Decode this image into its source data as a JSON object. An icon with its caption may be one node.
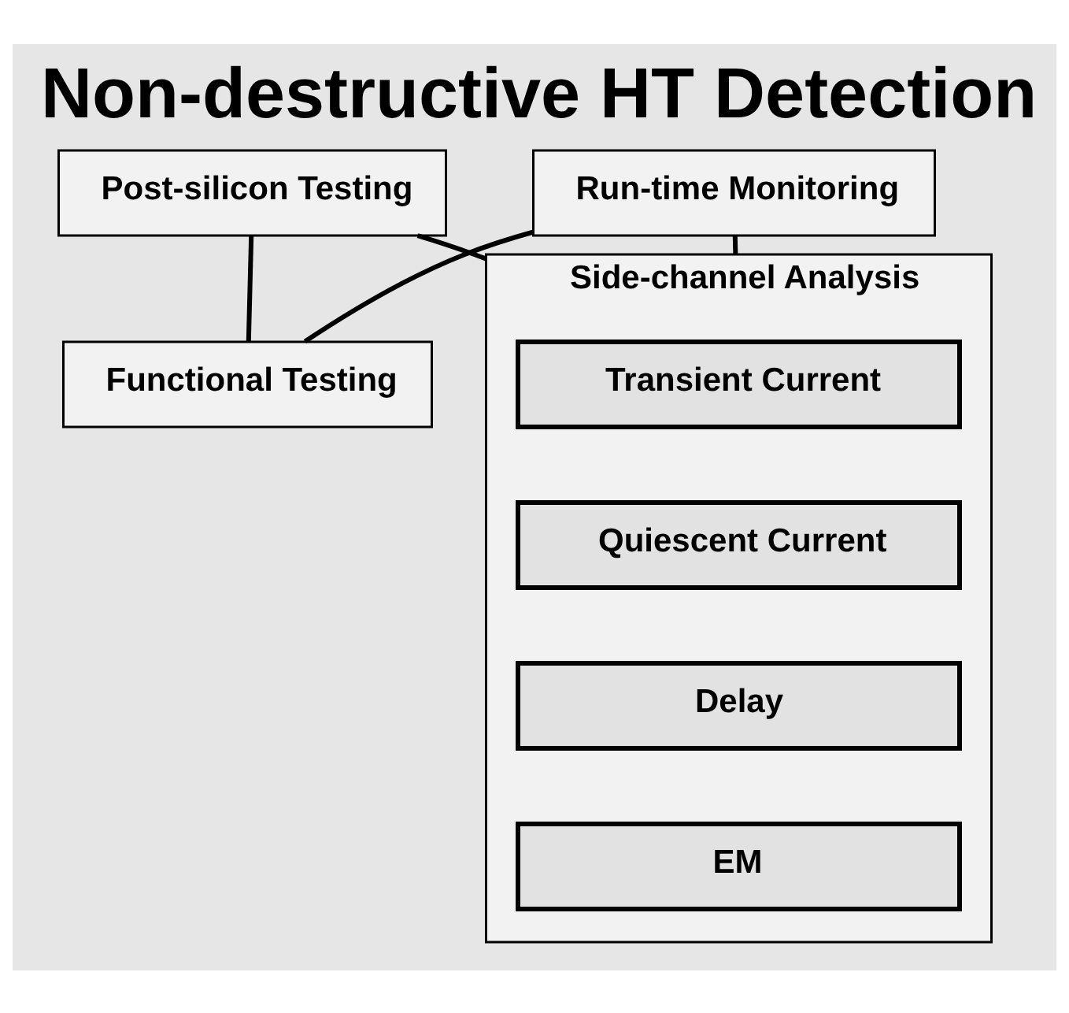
{
  "diagram": {
    "title": "Non-destructive HT Detection",
    "nodes": [
      {
        "text": [
          "Post-silicon Testing"
        ]
      },
      {
        "text": [
          "Run-time Monitoring"
        ]
      },
      {
        "text": [
          "Functional Testing"
        ]
      },
      {
        "text": [
          "Side-channel Analysis"
        ]
      },
      {
        "text": [
          "Transient Current"
        ],
        "in": 3
      },
      {
        "text": [
          "Quiescent Current"
        ],
        "in": 3
      },
      {
        "text": [
          "Delay"
        ],
        "in": 3
      },
      {
        "text": [
          "EM"
        ],
        "in": 3
      }
    ],
    "edges": [
      {
        "from": 0,
        "to": 2,
        "arrow": "none"
      },
      {
        "from": 0,
        "to": 3,
        "arrow": "none"
      },
      {
        "from": 1,
        "to": 2,
        "arrow": "none"
      },
      {
        "from": 1,
        "to": 3,
        "arrow": "none"
      }
    ]
  }
}
